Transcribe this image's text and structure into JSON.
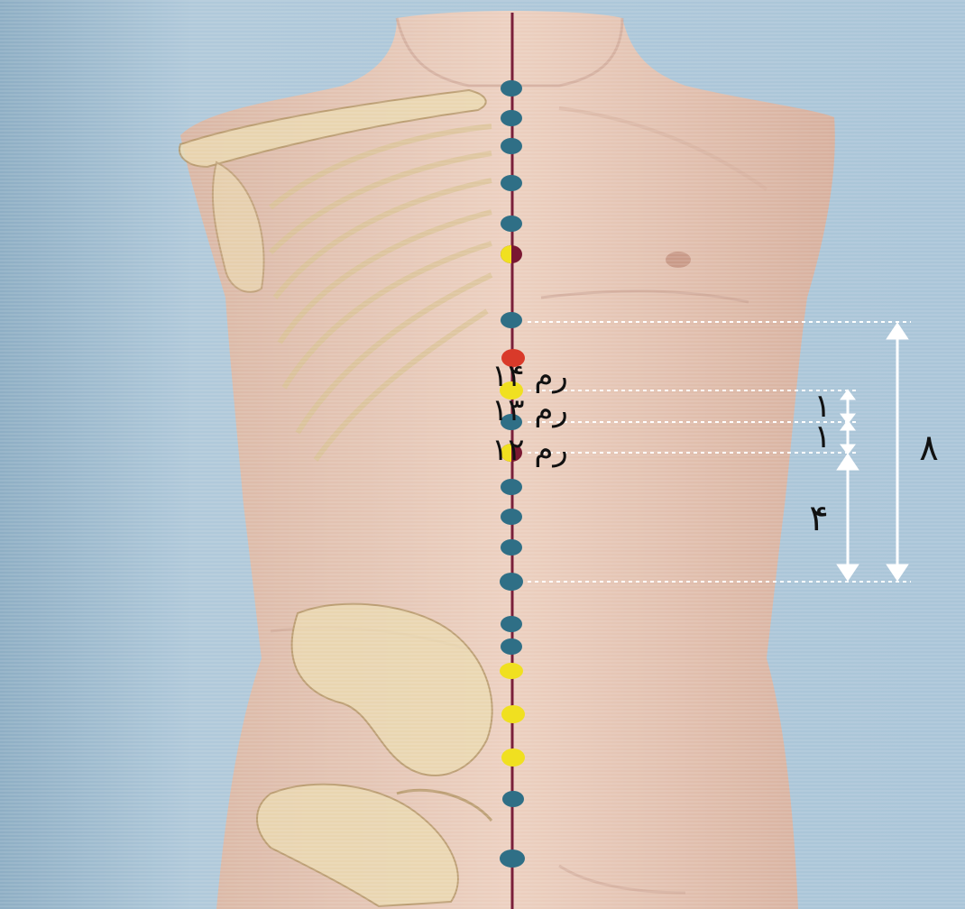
{
  "figure": {
    "colors": {
      "background": "#a9c3d6",
      "skin": "#e6c7b6",
      "skin_shadow": "#c9a292",
      "bone": "#ead9b0",
      "meridian_line": "#7a1f3a",
      "point_teal": "#2f6f86",
      "point_yellow": "#f0e020",
      "point_red": "#d93a2a",
      "point_maroon": "#7a1832",
      "guide_line": "#ffffff"
    },
    "point_labels": {
      "ren14": "رم ۱۴",
      "ren13": "رم ۱۳",
      "ren12": "رم ۱۲"
    },
    "measurements": {
      "one_a": "۱",
      "one_b": "۱",
      "four": "۴",
      "eight": "۸"
    }
  }
}
